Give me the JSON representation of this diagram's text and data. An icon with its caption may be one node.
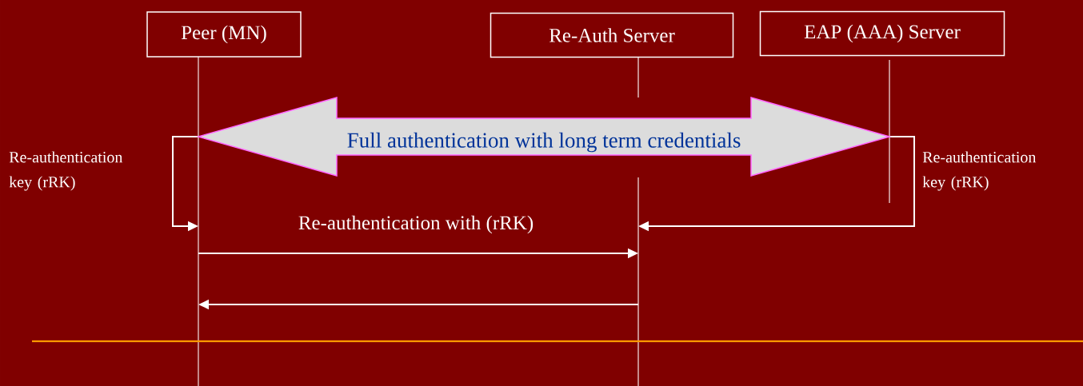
{
  "diagram": {
    "nodes": [
      {
        "text": [
          "Peer (MN)"
        ]
      },
      {
        "text": [
          "Re-Auth Server"
        ]
      },
      {
        "text": [
          "EAP (AAA) Server"
        ]
      }
    ],
    "edges": [
      {
        "from": 0,
        "to": 1,
        "arrow": "to",
        "label": "Re-authentication with (rRK)"
      },
      {
        "from": 1,
        "to": 0,
        "arrow": "to"
      },
      {
        "from": 0,
        "to": 0,
        "arrow": "to",
        "label": "Re-authentication key (rRK)"
      },
      {
        "from": 2,
        "to": 1,
        "arrow": "to",
        "label": "Re-authentication key (rRK)"
      },
      {
        "from": 0,
        "to": 2,
        "arrow": "both",
        "label": "Full authentication with long term credentials",
        "style": "thick"
      }
    ]
  }
}
